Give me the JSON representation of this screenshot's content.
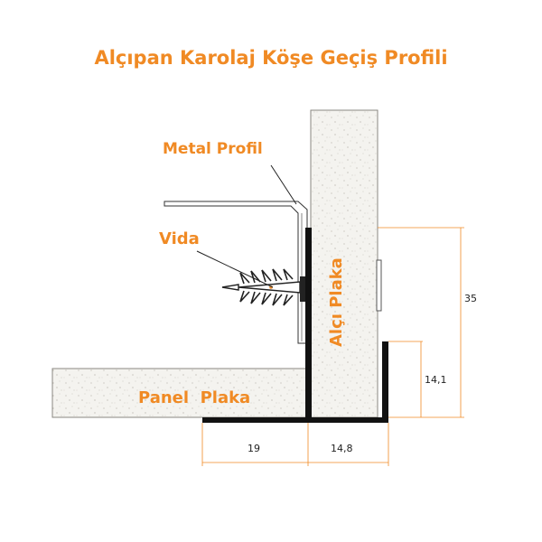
{
  "title": "Alçıpan Karolaj Köşe Geçiş Profili",
  "labels": {
    "metal_profil": "Metal Profil",
    "vida": "Vida",
    "alci_plaka": "Alçı Plaka",
    "panel_plaka": "Panel  Plaka"
  },
  "dimensions": {
    "height_total": "35",
    "height_lip": "14,1",
    "width_left": "19",
    "width_right": "14,8"
  },
  "colors": {
    "accent": "#f08a24",
    "profile": "#111111",
    "board_fill": "#f3f2ee",
    "dim_line": "#f08a24"
  }
}
